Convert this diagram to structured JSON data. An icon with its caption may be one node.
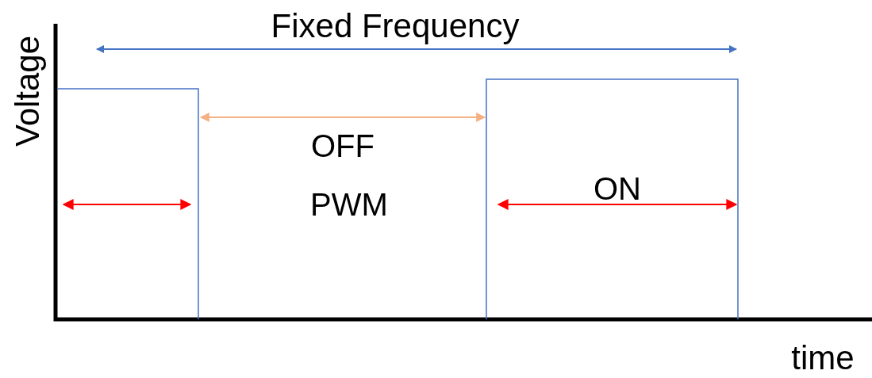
{
  "diagram": {
    "labels": [
      "Fixed Frequency",
      "Voltage",
      "OFF",
      "PWM",
      "ON",
      "time"
    ]
  }
}
